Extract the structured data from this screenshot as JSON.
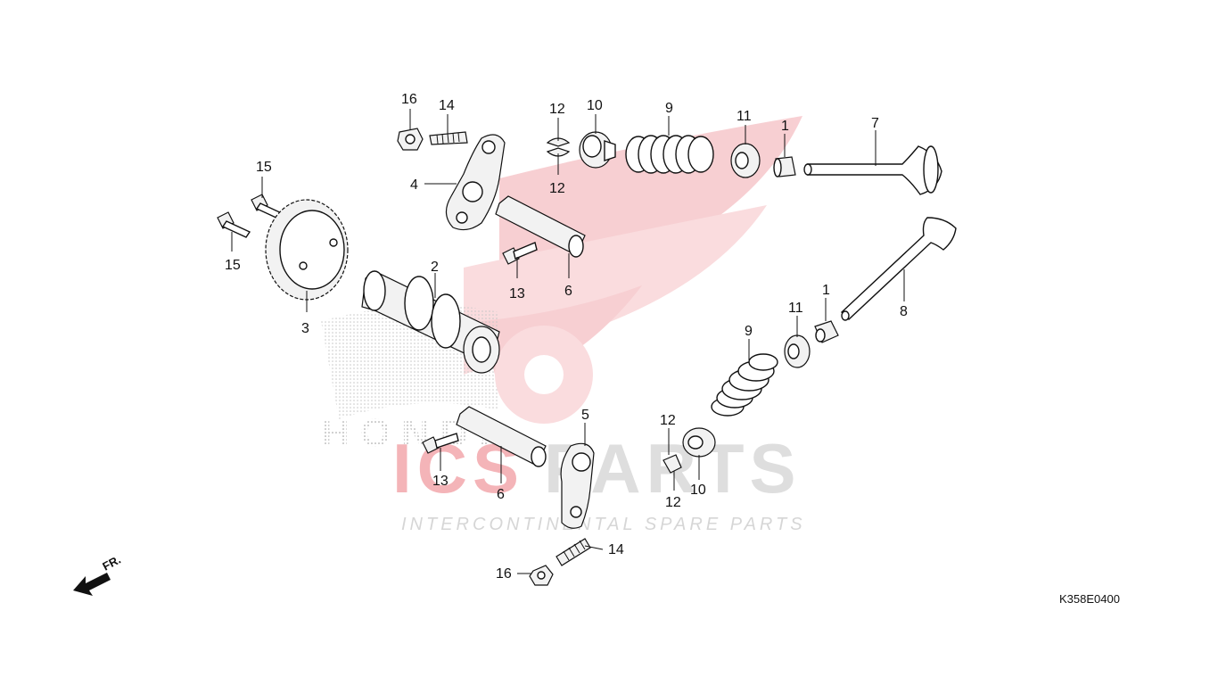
{
  "diagram": {
    "code": "K358E0400",
    "direction_label": "FR.",
    "watermark": {
      "brand_left": "ICS",
      "brand_right": "PARTS",
      "tagline": "INTERCONTINENTAL SPARE PARTS",
      "logo_text": "HONDA"
    },
    "callouts": {
      "c16_top": "16",
      "c14_top": "14",
      "c12_top_a": "12",
      "c12_top_b": "12",
      "c10_top": "10",
      "c9_top": "9",
      "c11_top": "11",
      "c1_top": "1",
      "c7": "7",
      "c4": "4",
      "c15_a": "15",
      "c15_b": "15",
      "c3": "3",
      "c2": "2",
      "c13_top": "13",
      "c6_top": "6",
      "c1_right": "1",
      "c11_right": "11",
      "c8": "8",
      "c9_bottom": "9",
      "c12_bot_a": "12",
      "c12_bot_b": "12",
      "c10_bottom": "10",
      "c5": "5",
      "c13_bottom": "13",
      "c6_bottom": "6",
      "c14_bottom": "14",
      "c16_bottom": "16"
    }
  }
}
